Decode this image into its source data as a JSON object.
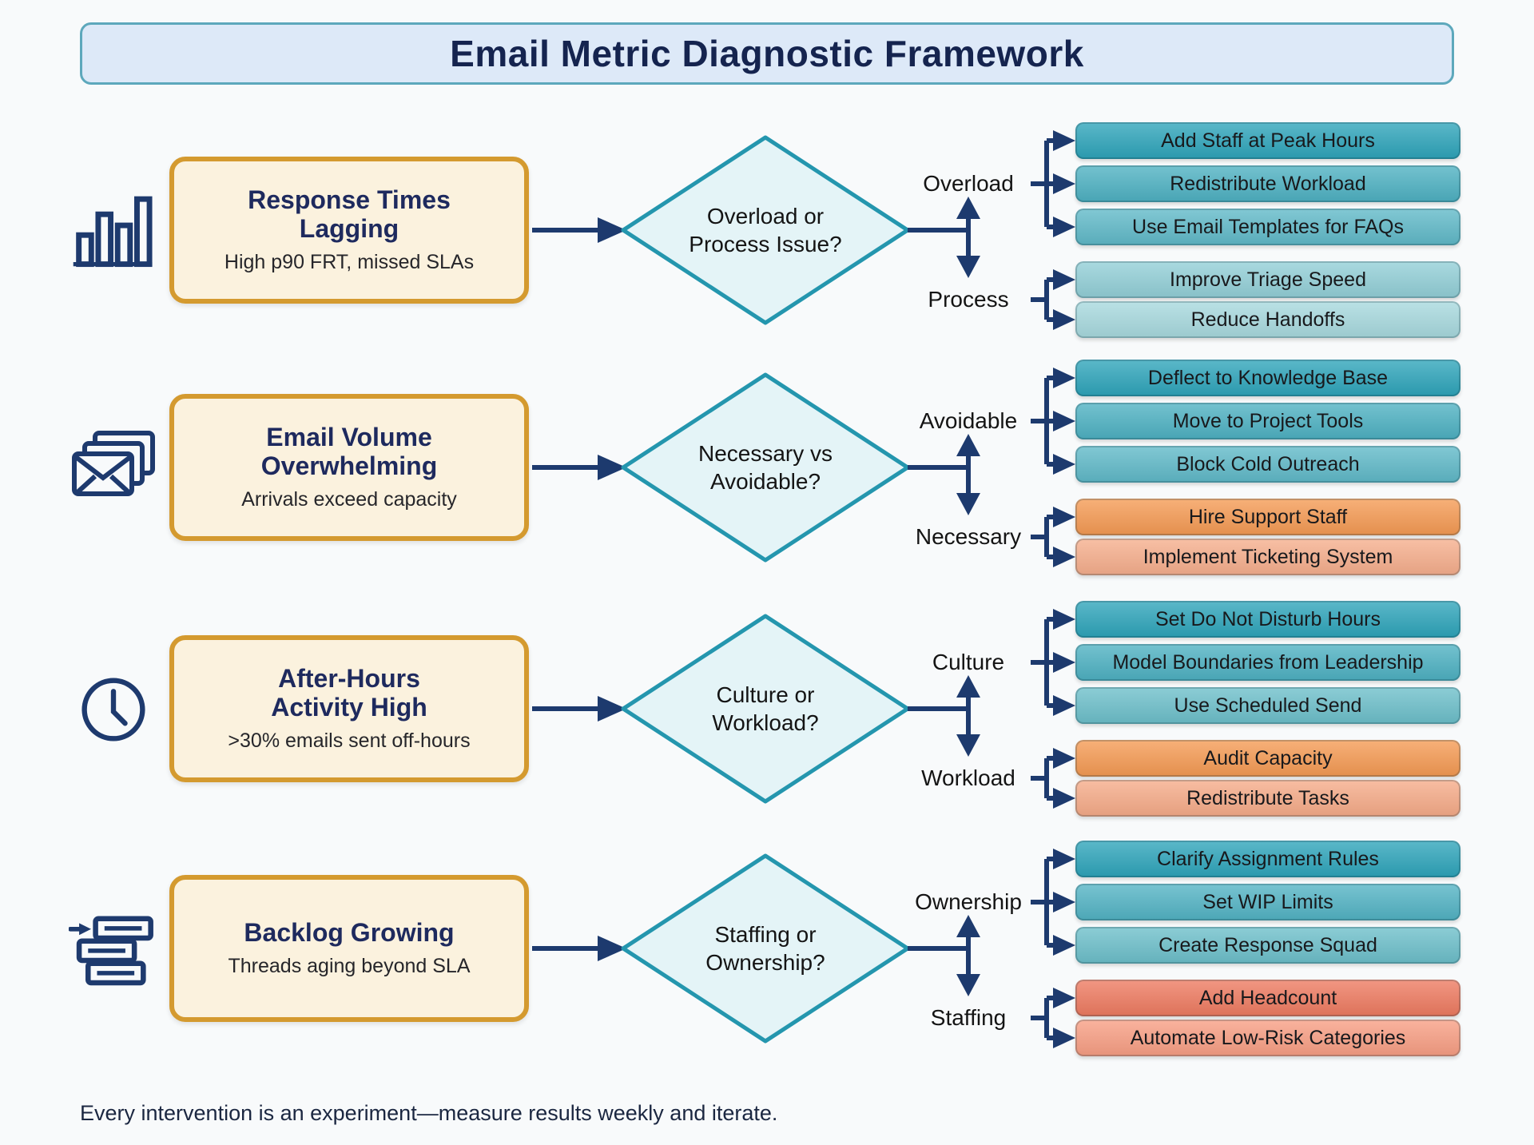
{
  "title": "Email Metric Diagnostic Framework",
  "footer": "Every intervention is an experiment—measure results weekly and iterate.",
  "colors": {
    "background": "#f8fafb",
    "header_bg": "#dde9f8",
    "header_border": "#5da8bc",
    "connector_navy": "#1d3a6e",
    "diamond_fill": "#e4f4f7",
    "diamond_border": "#2496ae",
    "problem_bg": "#fbf2de",
    "problem_border": "#d49a2f",
    "title_navy": "#15244f"
  },
  "rows": [
    {
      "icon": "bar-chart-icon",
      "problem": {
        "title": "Response Times\nLagging",
        "subtitle": "High p90 FRT, missed SLAs"
      },
      "decision": "Overload or\nProcess Issue?",
      "branches": [
        {
          "label": "Overload",
          "actions": [
            {
              "label": "Add Staff at Peak Hours",
              "color": "#2da4ba"
            },
            {
              "label": "Redistribute Workload",
              "color": "#4db1c2"
            },
            {
              "label": "Use Email Templates for FAQs",
              "color": "#5fb9c8"
            }
          ]
        },
        {
          "label": "Process",
          "actions": [
            {
              "label": "Improve Triage Speed",
              "color": "#92cfd7"
            },
            {
              "label": "Reduce Handoffs",
              "color": "#a7d9de"
            }
          ]
        }
      ]
    },
    {
      "icon": "envelopes-icon",
      "problem": {
        "title": "Email Volume\nOverwhelming",
        "subtitle": "Arrivals exceed capacity"
      },
      "decision": "Necessary vs\nAvoidable?",
      "branches": [
        {
          "label": "Avoidable",
          "actions": [
            {
              "label": "Deflect to Knowledge Base",
              "color": "#2da4ba"
            },
            {
              "label": "Move to Project Tools",
              "color": "#4db1c2"
            },
            {
              "label": "Block Cold Outreach",
              "color": "#5fb9c8"
            }
          ]
        },
        {
          "label": "Necessary",
          "actions": [
            {
              "label": "Hire Support Staff",
              "color": "#f59a53"
            },
            {
              "label": "Implement Ticketing System",
              "color": "#f6ae8c"
            }
          ]
        }
      ]
    },
    {
      "icon": "clock-icon",
      "problem": {
        "title": "After-Hours\nActivity High",
        "subtitle": ">30% emails sent off-hours"
      },
      "decision": "Culture or\nWorkload?",
      "branches": [
        {
          "label": "Culture",
          "actions": [
            {
              "label": "Set Do Not Disturb Hours",
              "color": "#2da4ba"
            },
            {
              "label": "Model Boundaries from Leadership",
              "color": "#4db1c2"
            },
            {
              "label": "Use Scheduled Send",
              "color": "#6cbfca"
            }
          ]
        },
        {
          "label": "Workload",
          "actions": [
            {
              "label": "Audit Capacity",
              "color": "#f59a53"
            },
            {
              "label": "Redistribute Tasks",
              "color": "#f6ab88"
            }
          ]
        }
      ]
    },
    {
      "icon": "backlog-icon",
      "problem": {
        "title": "Backlog Growing",
        "subtitle": "Threads aging beyond SLA"
      },
      "decision": "Staffing or\nOwnership?",
      "branches": [
        {
          "label": "Ownership",
          "actions": [
            {
              "label": "Clarify Assignment Rules",
              "color": "#2da4ba"
            },
            {
              "label": "Set WIP Limits",
              "color": "#52b3c4"
            },
            {
              "label": "Create Response Squad",
              "color": "#6cbfca"
            }
          ]
        },
        {
          "label": "Staffing",
          "actions": [
            {
              "label": "Add Headcount",
              "color": "#ee7a60"
            },
            {
              "label": "Automate Low-Risk Categories",
              "color": "#f89e83"
            }
          ]
        }
      ]
    }
  ]
}
